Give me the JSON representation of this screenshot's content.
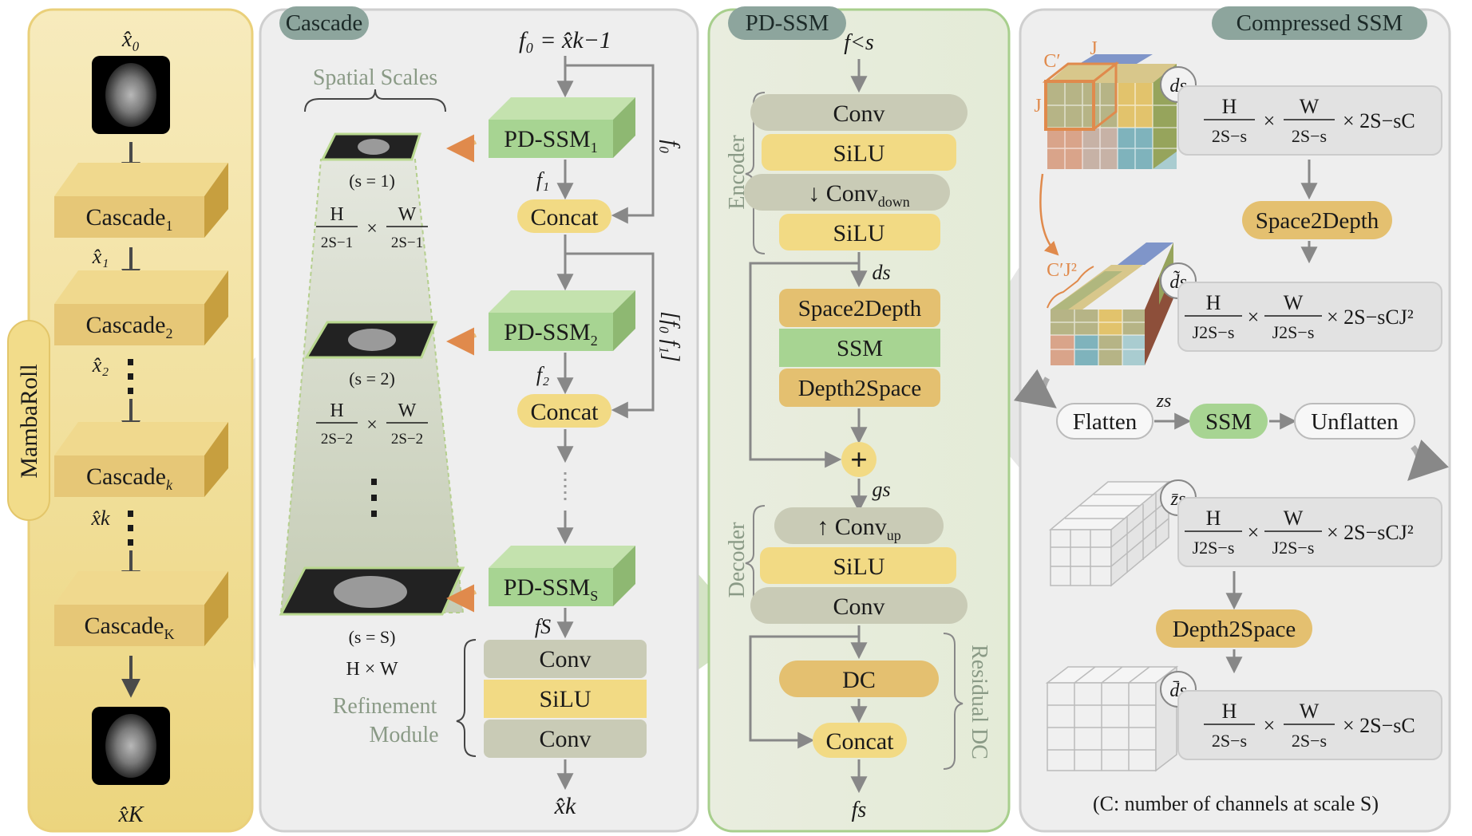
{
  "mambaroll": {
    "label": "MambaRoll",
    "x0": "x̂₀",
    "xK": "x̂K",
    "cascades": [
      {
        "name": "Cascade",
        "sub": "1",
        "next": "x̂₁"
      },
      {
        "name": "Cascade",
        "sub": "2",
        "next": "x̂₂"
      },
      {
        "name": "Cascade",
        "sub": "k",
        "next": "x̂k"
      },
      {
        "name": "Cascade",
        "sub": "K",
        "next": ""
      }
    ]
  },
  "cascade": {
    "title": "Cascade",
    "spatial_scales": "Spatial Scales",
    "input": "f₀ = x̂k−1",
    "f0_side": "f₀",
    "f0f1_side": "[f₀ f₁]",
    "pd_ssm_1": "PD-SSM",
    "pd_ssm_1_sub": "1",
    "pd_ssm_2": "PD-SSM",
    "pd_ssm_2_sub": "2",
    "pd_ssm_s": "PD-SSM",
    "pd_ssm_s_sub": "S",
    "f1": "f₁",
    "f2": "f₂",
    "fS": "fS",
    "concat": "Concat",
    "scale1": "(s = 1)",
    "scale2": "(s = 2)",
    "scaleS": "(s = S)",
    "frac1": {
      "num_h": "H",
      "den_h": "2S−1",
      "num_w": "W",
      "den_w": "2S−1"
    },
    "frac2": {
      "num_h": "H",
      "den_h": "2S−2",
      "num_w": "W",
      "den_w": "2S−2"
    },
    "hxw": "H × W",
    "refinement_1": "Refinement",
    "refinement_2": "Module",
    "ref_conv": "Conv",
    "ref_silu": "SiLU",
    "output": "x̂k"
  },
  "pdssm": {
    "title": "PD-SSM",
    "input": "f<s",
    "encoder": "Encoder",
    "decoder": "Decoder",
    "conv": "Conv",
    "silu": "SiLU",
    "conv_down": "↓ Conv",
    "down": "down",
    "ds": "ds",
    "space2depth": "Space2Depth",
    "ssm": "SSM",
    "depth2space": "Depth2Space",
    "plus": "+",
    "gs": "gs",
    "conv_up": "↑ Conv",
    "up": "up",
    "dc": "DC",
    "concat": "Concat",
    "residual_dc": "Residual DC",
    "output": "fs"
  },
  "compressed": {
    "title": "Compressed SSM",
    "cprime": "C′",
    "j": "J",
    "cj2": "C′J²",
    "ds_label": "ds",
    "ds_tilde": "d̃s",
    "zs_bar": "z̄s",
    "ds_bar": "d̄s",
    "zs": "zs",
    "space2depth": "Space2Depth",
    "depth2space": "Depth2Space",
    "flatten": "Flatten",
    "ssm": "SSM",
    "unflatten": "Unflatten",
    "formula_1": {
      "h": "H",
      "hd": "2S−s",
      "w": "W",
      "wd": "2S−s",
      "tail": "× 2S−sC"
    },
    "formula_2": {
      "h": "H",
      "hd": "J2S−s",
      "w": "W",
      "wd": "J2S−s",
      "tail": "× 2S−sCJ²"
    },
    "formula_3": {
      "h": "H",
      "hd": "J2S−s",
      "w": "W",
      "wd": "J2S−s",
      "tail": "× 2S−sCJ²"
    },
    "formula_4": {
      "h": "H",
      "hd": "2S−s",
      "w": "W",
      "wd": "2S−s",
      "tail": "× 2S−sC"
    },
    "footnote": "(C: number of channels at scale S)"
  },
  "colors": {
    "mamba_panel": "#f1dc8f",
    "cascade_block": "#e6c777",
    "pd_green": "#a7d492",
    "yellow_pill": "#f2da84",
    "orange_pill": "#e4c070",
    "gray_block": "#c9cbb6",
    "panel_gray": "#eeeeee",
    "panel_green": "#e6eddc",
    "header_pill": "#8da59d"
  }
}
